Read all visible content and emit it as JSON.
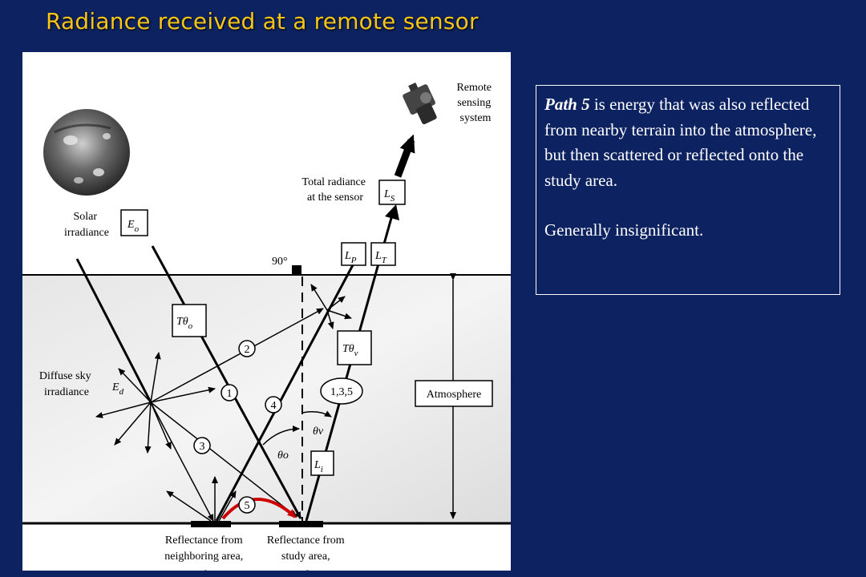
{
  "slide": {
    "title": "Radiance received at a remote sensor"
  },
  "description": {
    "path_label": "Path 5",
    "paragraph1_rest": " is energy that was also reflected from nearby terrain into the atmosphere, but then scattered or reflected onto the study area.",
    "paragraph2": "Generally insignificant."
  },
  "diagram": {
    "sensor_label": [
      "Remote",
      "sensing",
      "system"
    ],
    "solar_label": [
      "Solar",
      "irradiance"
    ],
    "total_radiance_label": [
      "Total radiance",
      "at the sensor"
    ],
    "diffuse_label": [
      "Diffuse sky",
      "irradiance"
    ],
    "atmosphere_label": "Atmosphere",
    "angle_label": "90°",
    "eo_symbol": "Eo",
    "ed_symbol": "Ed",
    "ls_symbol": "LS",
    "lp_symbol": "LP",
    "lt_symbol": "LT",
    "tho_symbol": "Tθo",
    "thv_symbol": "Tθv",
    "li_symbol": "Li",
    "theta_v": "θv",
    "theta_o": "θo",
    "paths_label": "1,3,5",
    "path_numbers": [
      "1",
      "2",
      "3",
      "4",
      "5"
    ],
    "neighbor_label": [
      "Reflectance from",
      "neighboring area,",
      "ρ"
    ],
    "study_label": [
      "Reflectance from",
      "study area,",
      "ρ"
    ],
    "colors": {
      "path5_arrow": "#cc0000",
      "background": "#0d2260",
      "title": "#f5c518"
    }
  }
}
